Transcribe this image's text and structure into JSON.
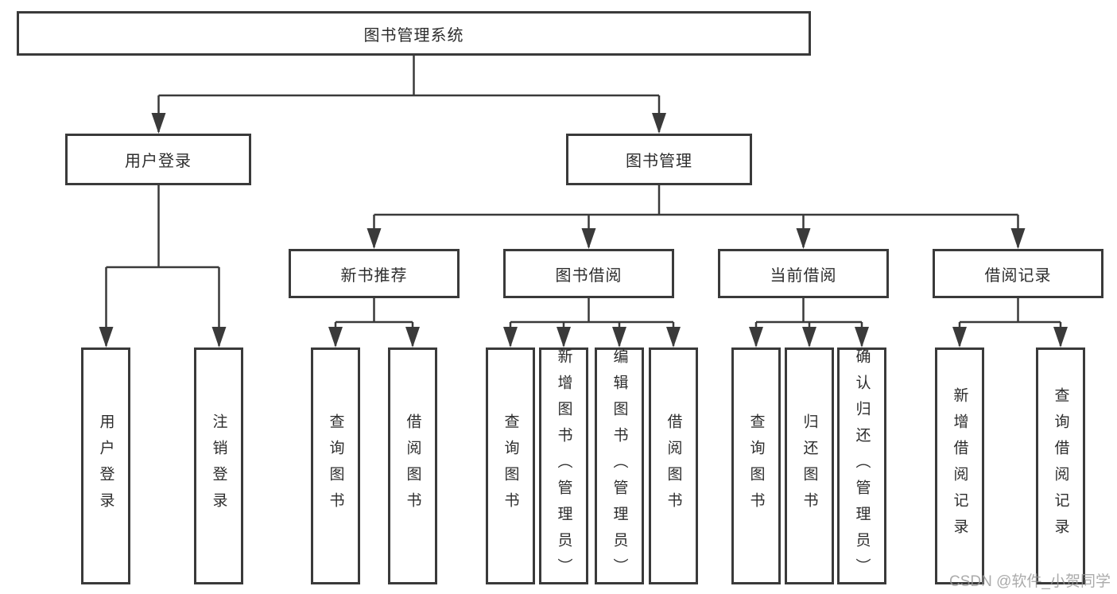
{
  "tree": {
    "root": "图书管理系统",
    "children": [
      {
        "label": "用户登录",
        "children": [
          "用户登录",
          "注销登录"
        ]
      },
      {
        "label": "图书管理",
        "children": [
          {
            "label": "新书推荐",
            "children": [
              "查询图书",
              "借阅图书"
            ]
          },
          {
            "label": "图书借阅",
            "children": [
              "查询图书",
              "新增图书（管理员）",
              "编辑图书（管理员）",
              "借阅图书"
            ]
          },
          {
            "label": "当前借阅",
            "children": [
              "查询图书",
              "归还图书",
              "确认归还（管理员）"
            ]
          },
          {
            "label": "借阅记录",
            "children": [
              "新增借阅记录",
              "查询借阅记录"
            ]
          }
        ]
      }
    ]
  },
  "colors": {
    "line": "#3a3a3a",
    "border": "#3a3a3a",
    "text": "#2d2d2d",
    "watermark": "#a9a9a9"
  },
  "watermark": "CSDN @软件_小贺同学"
}
